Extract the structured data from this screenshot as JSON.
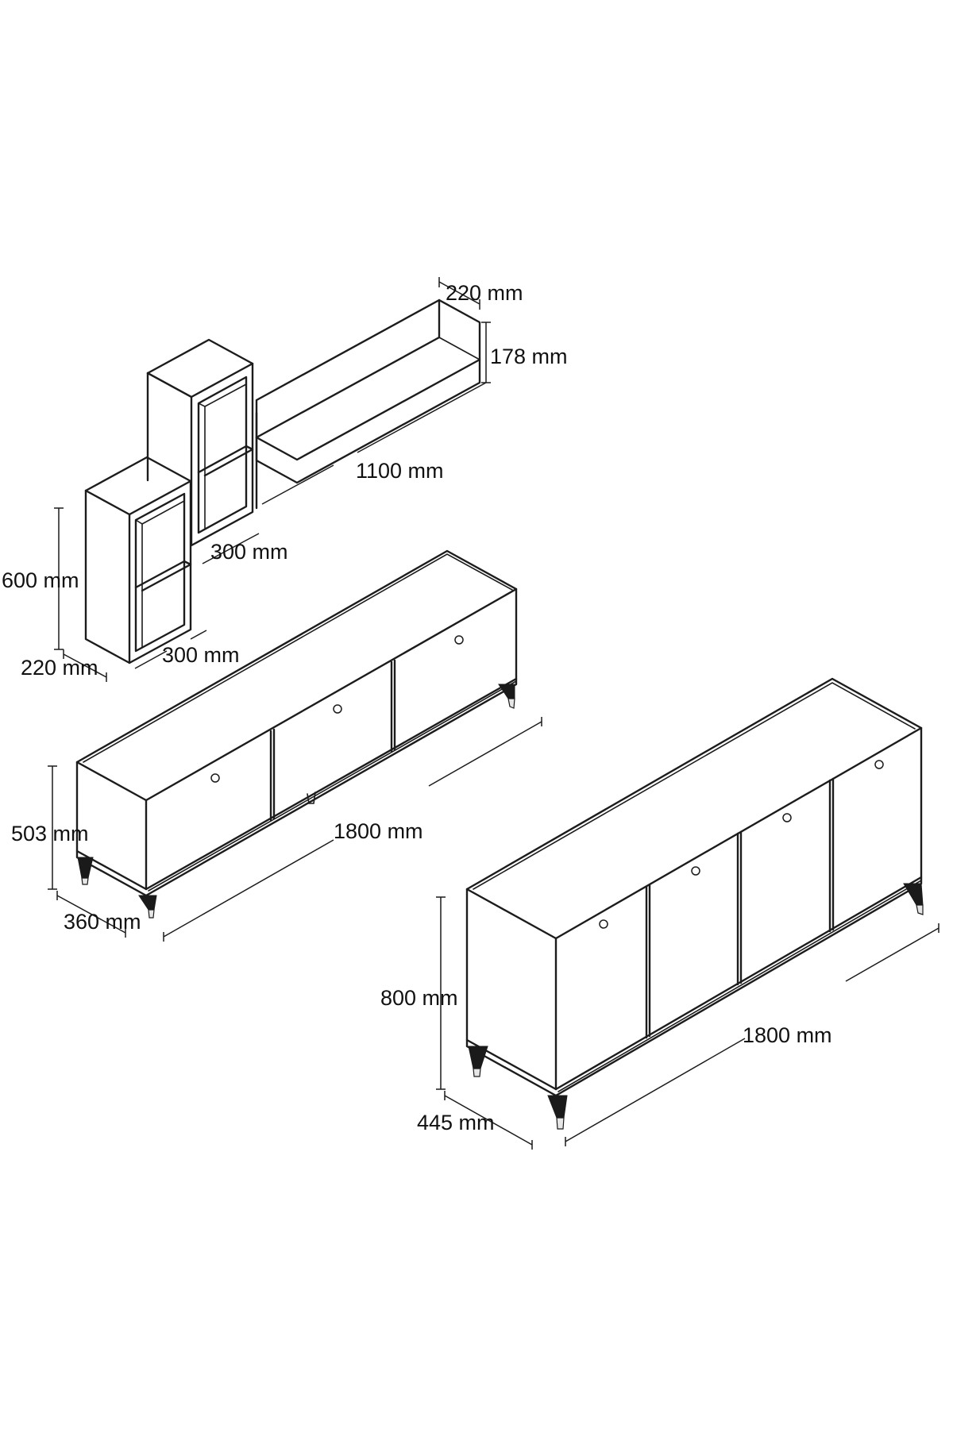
{
  "colors": {
    "line": "#1c1c1c",
    "background": "#ffffff",
    "leg": "#1a1a1a",
    "foot": "#e6e6e6"
  },
  "wall_unit": {
    "shelf_depth": "220 mm",
    "shelf_height": "178 mm",
    "shelf_length": "1100 mm",
    "upper_cube_width": "300 mm",
    "cube_height": "600 mm",
    "cube_depth": "220 mm",
    "lower_cube_width": "300 mm"
  },
  "tv_stand": {
    "height": "503 mm",
    "depth": "360 mm",
    "length": "1800 mm"
  },
  "sideboard": {
    "height": "800 mm",
    "depth": "445 mm",
    "length": "1800 mm"
  }
}
